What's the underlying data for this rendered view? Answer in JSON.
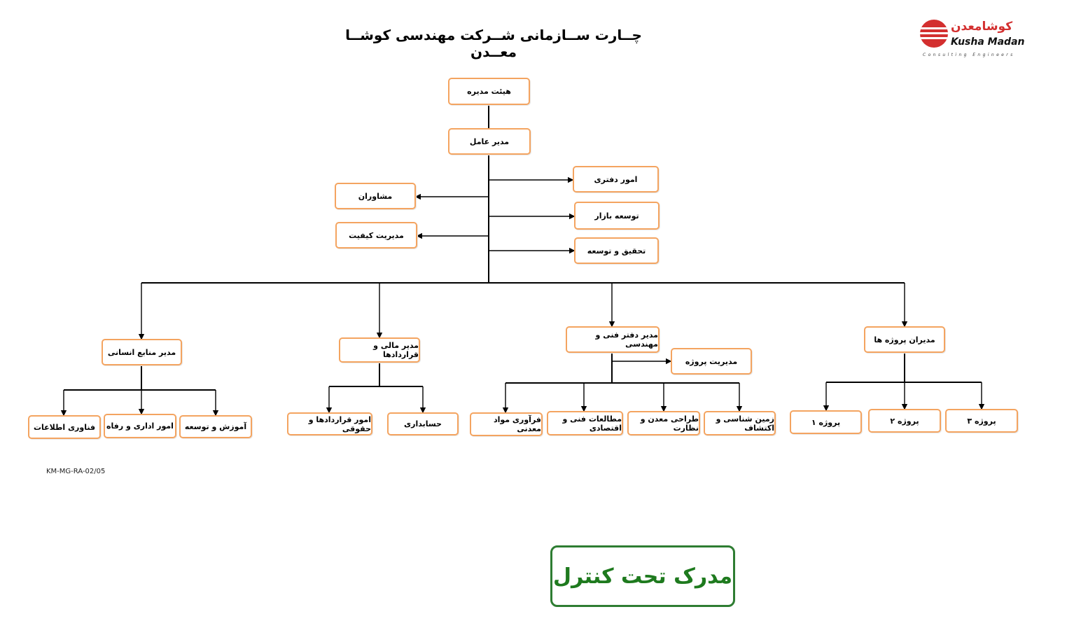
{
  "header": {
    "title": "چــارت ســازمانی شــرکت مهندسی کوشــا معــدن",
    "logo": {
      "fa_text": "کوشامعدن",
      "en_text": "Kusha Madan",
      "subtitle": "Consulting Engineers",
      "brand_color": "#d32f2f"
    }
  },
  "nodes": {
    "board": "هیئت مدیره",
    "ceo": "مدیر عامل",
    "office_affairs": "امور دفتری",
    "market_dev": "توسعه بازار",
    "research_dev": "تحقیق و توسعه",
    "advisors": "مشاوران",
    "quality_mgmt": "مدیریت کیفیت",
    "hr_manager": "مدیر منابع انسانی",
    "finance_manager": "مدیر مالی و قراردادها",
    "technical_manager": "مدیر دفتر فنی و مهندسی",
    "project_managers": "مدیران پروژه ها",
    "project_management": "مدیریت پروژه",
    "it": "فناوری اطلاعات",
    "admin_welfare": "امور اداری و رفاه",
    "training": "آموزش و توسعه",
    "contracts_legal": "امور قراردادها و حقوقی",
    "accounting": "حسابداری",
    "mineral_processing": "فرآوری مواد معدنی",
    "tech_econ_studies": "مطالعات فنی و اقتصادی",
    "mine_design": "طراحی معدن و نظارت",
    "geology": "زمین شناسی و اکتشاف",
    "project1": "پروژه ۱",
    "project2": "پروژه ۲",
    "project3": "پروژه ۳"
  },
  "footer": {
    "doc_code": "KM-MG-RA-02/05",
    "stamp_text": "مدرک تحت کنترل",
    "stamp_color": "#2e7d32"
  },
  "colors": {
    "node_border": "#f4a460",
    "connector": "#000000"
  }
}
